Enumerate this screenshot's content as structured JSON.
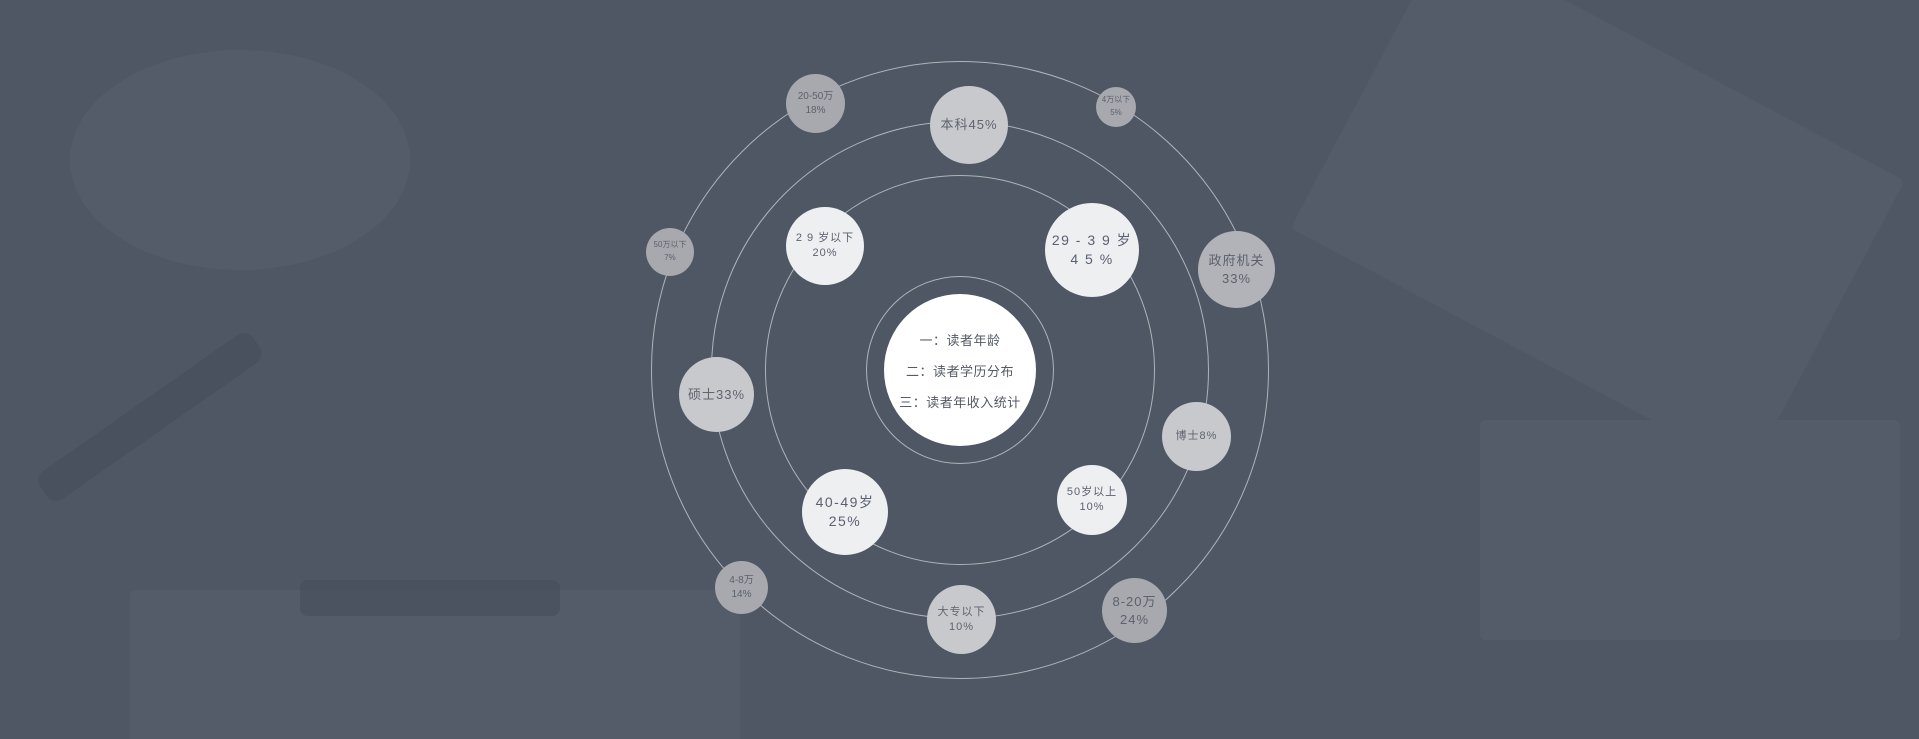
{
  "center": {
    "items": [
      "一：读者年龄",
      "二：读者学历分布",
      "三：读者年收入统计"
    ]
  },
  "age": {
    "under29": [
      "2 9 岁以下",
      "20%"
    ],
    "a29_39": [
      "29 - 3 9 岁",
      "4 5 %"
    ],
    "a40_49": [
      "40-49岁",
      "25%"
    ],
    "over50": [
      "50岁以上",
      "10%"
    ]
  },
  "education": {
    "bachelor": "本科45%",
    "master": "硕士33%",
    "phd": "博士8%",
    "college": [
      "大专以下",
      "10%"
    ],
    "government": [
      "政府机关",
      "33%"
    ]
  },
  "income": {
    "i20_50": [
      "20-50万",
      "18%"
    ],
    "under4": [
      "4万以下",
      "5%"
    ],
    "under50": [
      "50万以下",
      "7%"
    ],
    "i4_8": [
      "4-8万",
      "14%"
    ],
    "i8_20": [
      "8-20万",
      "24%"
    ]
  },
  "colors": {
    "background": "#4f5765",
    "age_bubble": "#eeeff1",
    "education_bubble": "#c8c9cd",
    "income_bubble": "#a7a9ae",
    "center": "#ffffff"
  }
}
